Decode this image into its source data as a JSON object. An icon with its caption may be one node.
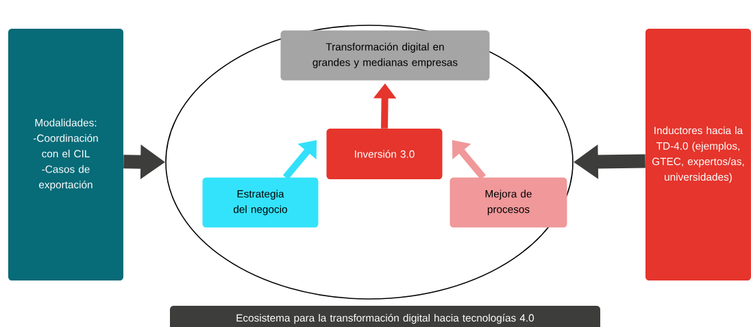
{
  "diagram": {
    "nodes": [
      {
        "text": [
          "Modalidades:",
          "-Coordinación con el CIL",
          "-Casos de exportación"
        ]
      },
      {
        "text": [],
        "shape": "ellipse"
      },
      {
        "text": [
          "Transformación digital en grandes y medianas empresas"
        ],
        "in": 1
      },
      {
        "text": [
          "Inversión 3.0"
        ],
        "in": 1
      },
      {
        "text": [
          "Estrategia del negocio"
        ],
        "in": 1
      },
      {
        "text": [
          "Mejora de procesos"
        ],
        "in": 1
      },
      {
        "text": [
          "Inductores hacia la TD-4.0 (ejemplos, GTEC, expertos/as, universidades)"
        ]
      },
      {
        "text": [
          "Ecosistema para la transformación digital hacia tecnologías 4.0"
        ]
      }
    ],
    "edges": [
      {
        "from": 0,
        "to": 1,
        "arrow": "to",
        "style": "thick",
        "color": "#3d3d3b"
      },
      {
        "from": 6,
        "to": 1,
        "arrow": "to",
        "style": "thick",
        "color": "#3d3d3b"
      },
      {
        "from": 3,
        "to": 2,
        "arrow": "to",
        "color": "#e5352c"
      },
      {
        "from": 4,
        "to": 3,
        "arrow": "to",
        "color": "#33e0fa"
      },
      {
        "from": 5,
        "to": 3,
        "arrow": "to",
        "color": "#f0989a"
      }
    ]
  }
}
